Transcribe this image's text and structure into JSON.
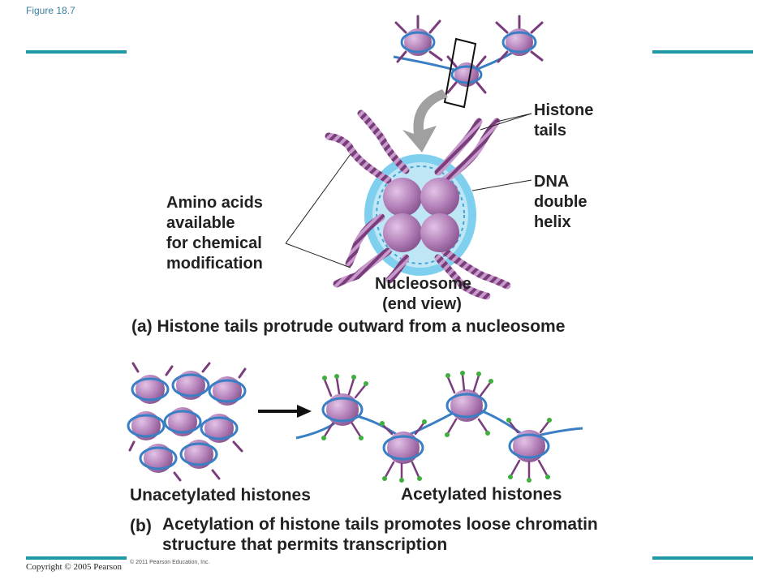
{
  "figure_label": "Figure 18.7",
  "labels": {
    "histone_tails": [
      "Histone",
      "tails"
    ],
    "dna_double_helix": [
      "DNA",
      "double",
      "helix"
    ],
    "amino_acids": [
      "Amino acids",
      "available",
      "for chemical",
      "modification"
    ],
    "nucleosome": [
      "Nucleosome",
      "(end view)"
    ],
    "caption_a": "(a) Histone tails protrude outward from a nucleosome",
    "unacetylated": "Unacetylated histones",
    "acetylated": "Acetylated histones",
    "caption_b_marker": "(b)",
    "caption_b": [
      "Acetylation of histone tails promotes loose chromatin",
      "structure that permits transcription"
    ]
  },
  "footer": {
    "copyright": "Copyright © 2005 Pearson",
    "publisher": "© 2011 Pearson Education, Inc."
  },
  "colors": {
    "accent_rule": "#1f9aa6",
    "histone": "#b27fb8",
    "histone_tail": "#7a3d7c",
    "dna": "#3a7fc4",
    "dna_halo": "#9fd8ef",
    "acetyl": "#3fae3f"
  }
}
